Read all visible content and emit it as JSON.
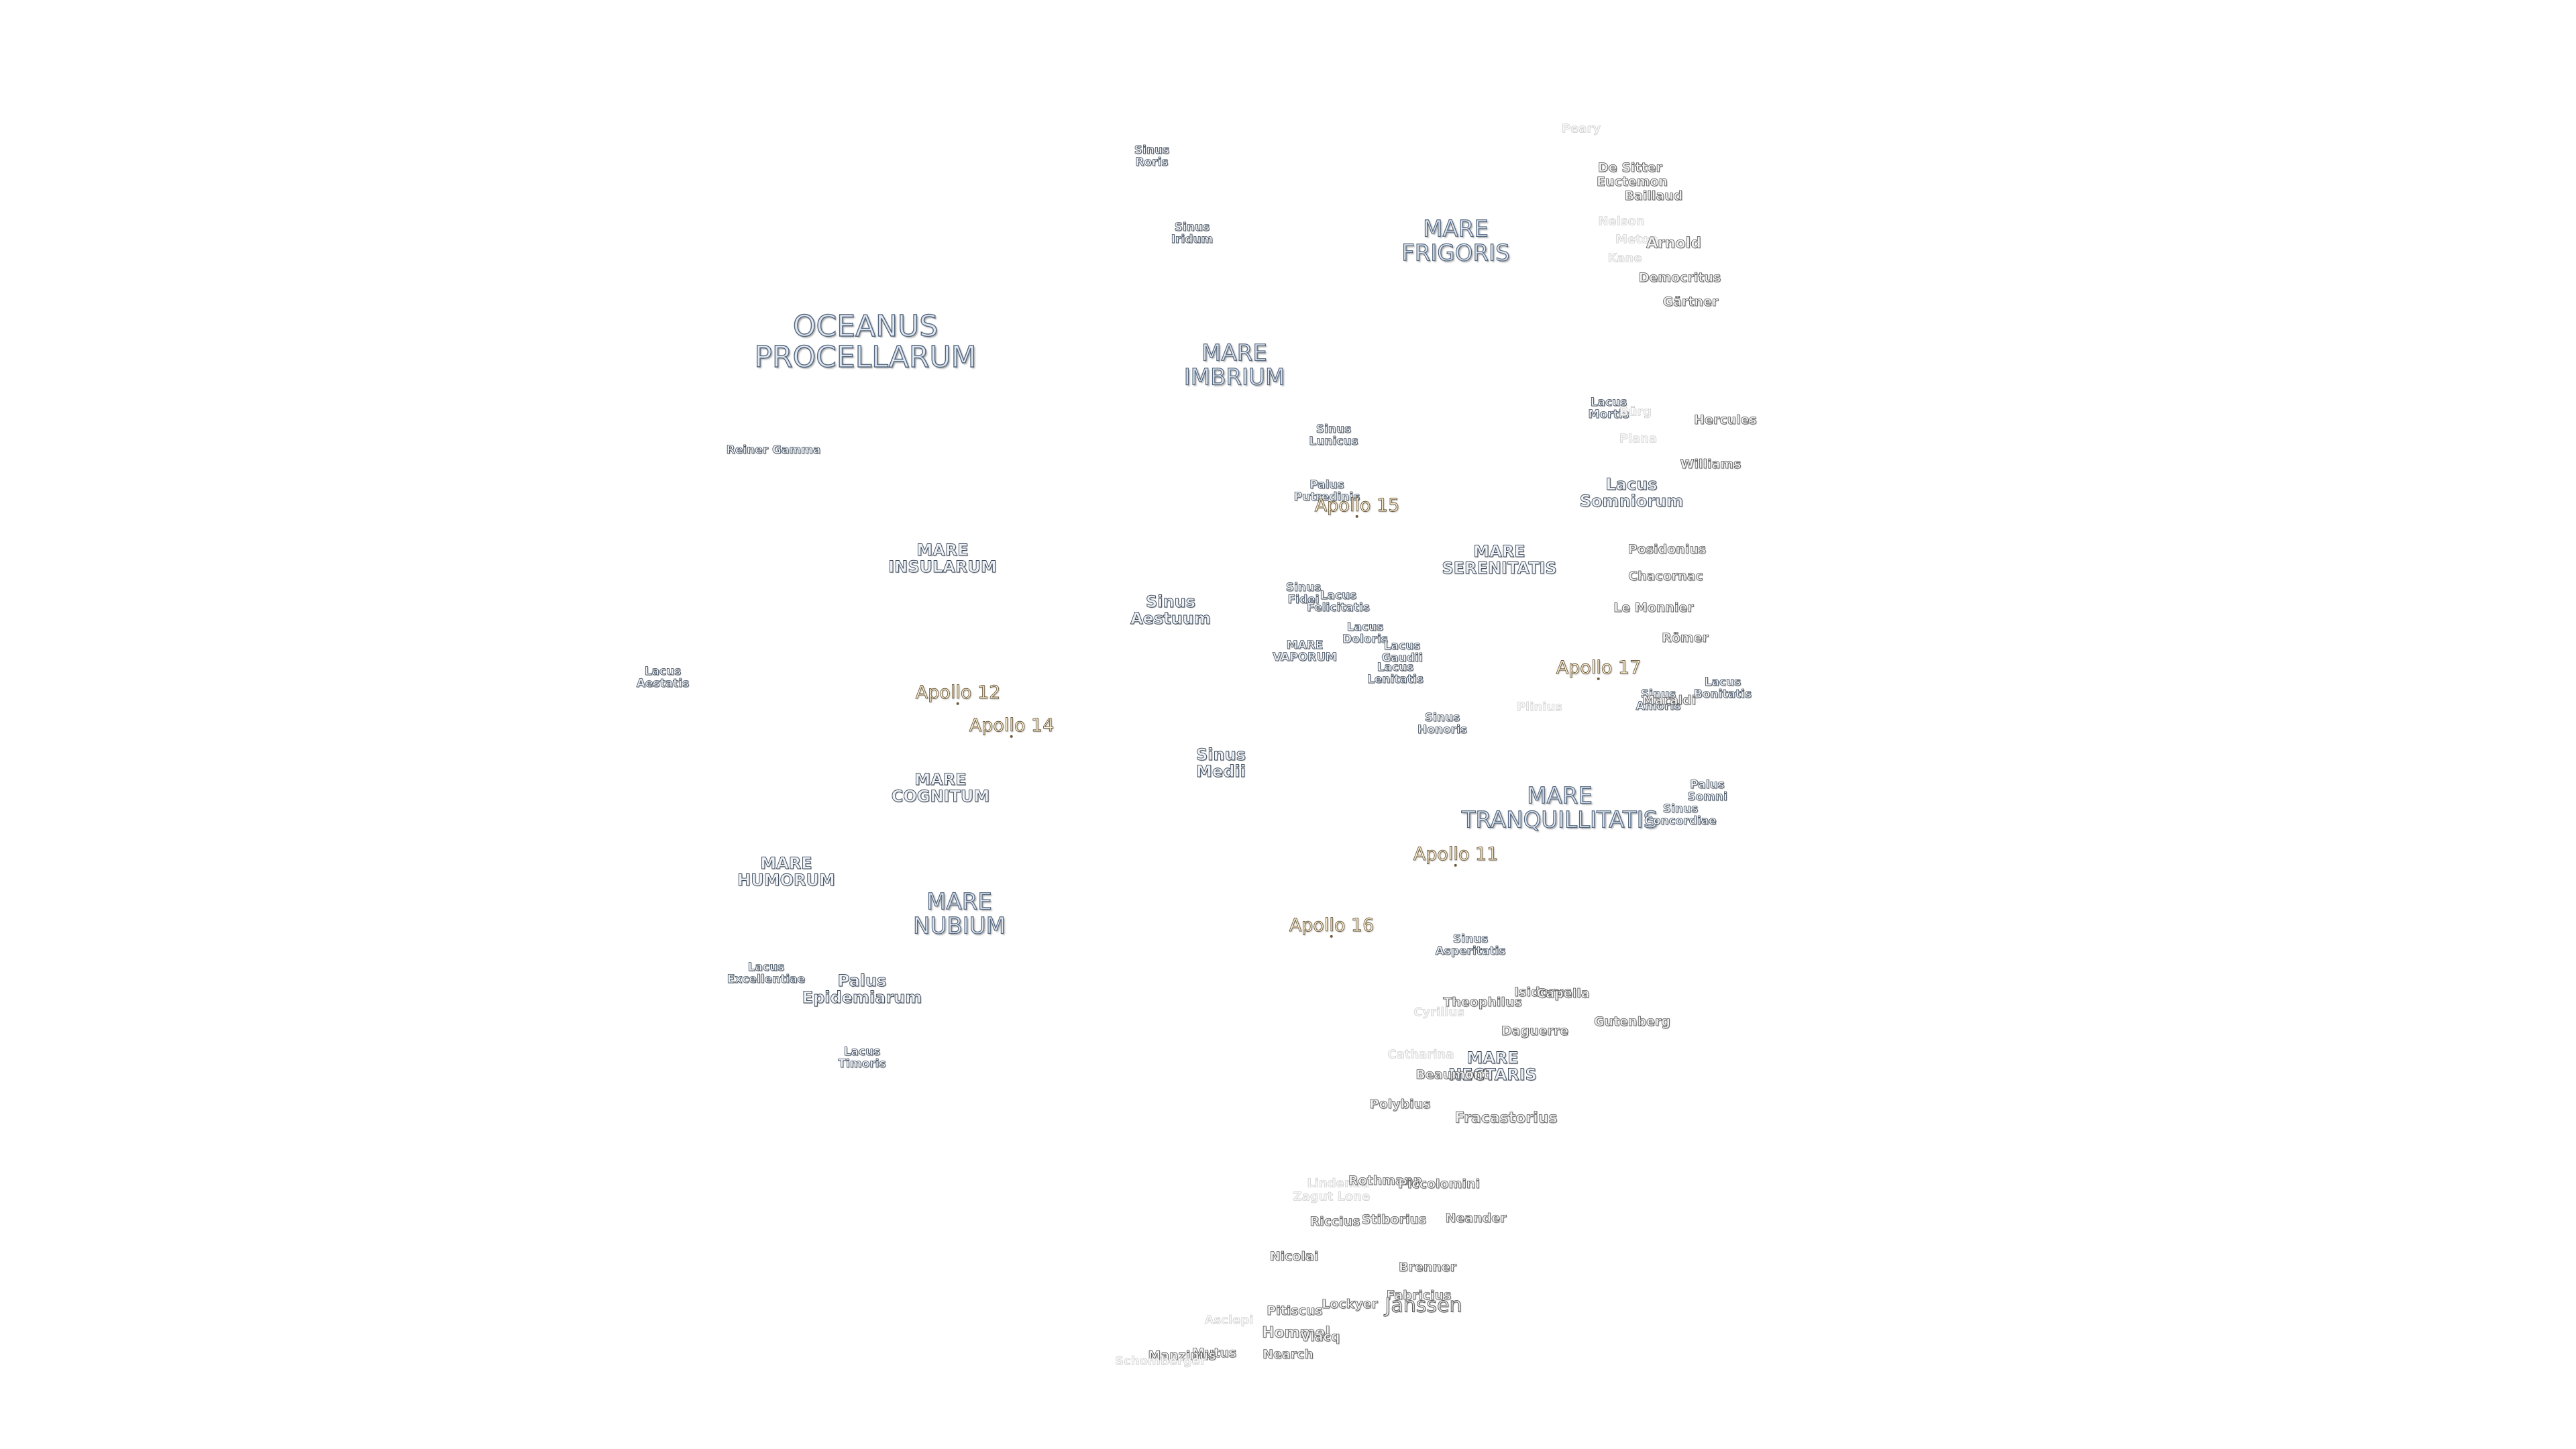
{
  "maria": [
    {
      "text": "OCEANUS\nPROCELLARUM",
      "cls": "ocean"
    },
    {
      "text": "MARE\nFRIGORIS",
      "cls": "mare"
    },
    {
      "text": "MARE\nIMBRIUM",
      "cls": "mare"
    },
    {
      "text": "MARE\nINSULARUM",
      "cls": "feat-m"
    },
    {
      "text": "MARE\nSERENITATIS",
      "cls": "feat-m"
    },
    {
      "text": "MARE\nVAPORUM",
      "cls": "feat"
    },
    {
      "text": "MARE\nTRANQUILLITATIS",
      "cls": "mare"
    },
    {
      "text": "MARE\nCOGNITUM",
      "cls": "feat-m"
    },
    {
      "text": "MARE\nHUMORUM",
      "cls": "feat-m"
    },
    {
      "text": "MARE\nNUBIUM",
      "cls": "mare"
    },
    {
      "text": "MARE\nNECTARIS",
      "cls": "feat-m"
    }
  ],
  "features": [
    {
      "text": "Sinus\nRoris",
      "cls": "feat"
    },
    {
      "text": "Sinus\nIridum",
      "cls": "feat"
    },
    {
      "text": "Sinus\nLunicus",
      "cls": "feat"
    },
    {
      "text": "Palus\nPutredinis",
      "cls": "feat"
    },
    {
      "text": "Sinus\nAestuum",
      "cls": "feat-m"
    },
    {
      "text": "Sinus\nFidei",
      "cls": "feat"
    },
    {
      "text": "Lacus\nFelicitatis",
      "cls": "feat"
    },
    {
      "text": "Lacus\nDoloris",
      "cls": "feat"
    },
    {
      "text": "Lacus\nGaudii",
      "cls": "feat"
    },
    {
      "text": "Lacus\nLenitatis",
      "cls": "feat"
    },
    {
      "text": "Sinus\nHonoris",
      "cls": "feat"
    },
    {
      "text": "Sinus\nMedii",
      "cls": "feat-m"
    },
    {
      "text": "Reiner Gamma",
      "cls": "feat"
    },
    {
      "text": "Lacus\nAestatis",
      "cls": "feat"
    },
    {
      "text": "Lacus\nMortis",
      "cls": "feat"
    },
    {
      "text": "Lacus\nSomniorum",
      "cls": "feat-m"
    },
    {
      "text": "Sinus\nAmoris",
      "cls": "feat"
    },
    {
      "text": "Lacus\nBonitatis",
      "cls": "feat"
    },
    {
      "text": "Palus\nSomni",
      "cls": "feat"
    },
    {
      "text": "Sinus\nConcordiae",
      "cls": "feat"
    },
    {
      "text": "Sinus\nAsperitatis",
      "cls": "feat"
    },
    {
      "text": "Lacus\nExcellentiae",
      "cls": "feat"
    },
    {
      "text": "Palus\nEpidemiarum",
      "cls": "feat-m"
    },
    {
      "text": "Lacus\nTimoris",
      "cls": "feat"
    }
  ],
  "apollo": [
    {
      "text": "Apollo 15"
    },
    {
      "text": "Apollo 12"
    },
    {
      "text": "Apollo 14"
    },
    {
      "text": "Apollo 17"
    },
    {
      "text": "Apollo 11"
    },
    {
      "text": "Apollo 16"
    }
  ],
  "craters": [
    {
      "text": "Peary",
      "cls": "crater-faint"
    },
    {
      "text": "De Sitter",
      "cls": "crater"
    },
    {
      "text": "Euctemon",
      "cls": "crater"
    },
    {
      "text": "Baillaud",
      "cls": "crater"
    },
    {
      "text": "Nelson",
      "cls": "crater-faint"
    },
    {
      "text": "Meton",
      "cls": "crater-faint"
    },
    {
      "text": "Arnold",
      "cls": "crater-m"
    },
    {
      "text": "Kane",
      "cls": "crater-faint"
    },
    {
      "text": "Democritus",
      "cls": "crater"
    },
    {
      "text": "Gärtner",
      "cls": "crater"
    },
    {
      "text": "Bürg",
      "cls": "crater-faint"
    },
    {
      "text": "Hercules",
      "cls": "crater"
    },
    {
      "text": "Plana",
      "cls": "crater-faint"
    },
    {
      "text": "Williams",
      "cls": "crater"
    },
    {
      "text": "Posidonius",
      "cls": "crater"
    },
    {
      "text": "Chacornac",
      "cls": "crater"
    },
    {
      "text": "Le Monnier",
      "cls": "crater"
    },
    {
      "text": "Römer",
      "cls": "crater"
    },
    {
      "text": "Maraldi",
      "cls": "crater"
    },
    {
      "text": "Plinius",
      "cls": "crater-faint"
    },
    {
      "text": "Theophilus",
      "cls": "crater"
    },
    {
      "text": "Cyrillus",
      "cls": "crater-faint"
    },
    {
      "text": "Isidorus",
      "cls": "crater"
    },
    {
      "text": "Capella",
      "cls": "crater"
    },
    {
      "text": "Gutenberg",
      "cls": "crater"
    },
    {
      "text": "Daguerre",
      "cls": "crater"
    },
    {
      "text": "Catharina",
      "cls": "crater-faint"
    },
    {
      "text": "Beaumont",
      "cls": "crater"
    },
    {
      "text": "Polybius",
      "cls": "crater"
    },
    {
      "text": "Fracastorius",
      "cls": "crater-m"
    },
    {
      "text": "Lindenau",
      "cls": "crater-faint"
    },
    {
      "text": "Rothmann",
      "cls": "crater"
    },
    {
      "text": "Piccolomini",
      "cls": "crater"
    },
    {
      "text": "Zagut Lone",
      "cls": "crater-faint"
    },
    {
      "text": "Riccius",
      "cls": "crater"
    },
    {
      "text": "Stiborius",
      "cls": "crater"
    },
    {
      "text": "Neander",
      "cls": "crater"
    },
    {
      "text": "Nicolai",
      "cls": "crater"
    },
    {
      "text": "Brenner",
      "cls": "crater"
    },
    {
      "text": "Lockyer",
      "cls": "crater"
    },
    {
      "text": "Fabricius",
      "cls": "crater"
    },
    {
      "text": "Janssen",
      "cls": "crater-big"
    },
    {
      "text": "Asclepi",
      "cls": "crater-faint"
    },
    {
      "text": "Pitiscus",
      "cls": "crater"
    },
    {
      "text": "Hommel",
      "cls": "crater-m"
    },
    {
      "text": "Vlacq",
      "cls": "crater"
    },
    {
      "text": "Nearch",
      "cls": "crater"
    },
    {
      "text": "Mutus",
      "cls": "crater"
    },
    {
      "text": "Manzinus",
      "cls": "crater"
    },
    {
      "text": "Schomberger",
      "cls": "crater-faint"
    }
  ]
}
